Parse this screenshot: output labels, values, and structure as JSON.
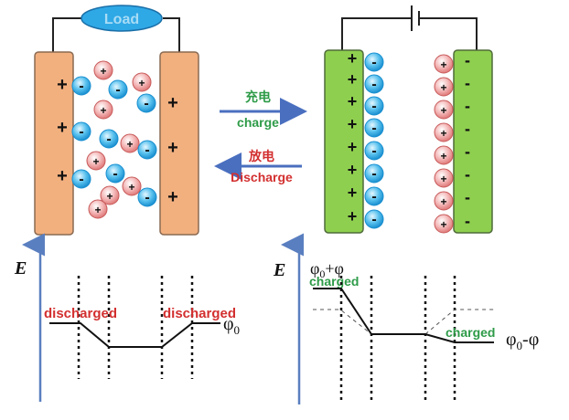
{
  "top_left": {
    "load_label": "Load",
    "plate_sign": "+",
    "ion_plus": "+",
    "ion_minus": "-"
  },
  "top_right": {
    "left_plate_sign": "+",
    "right_plate_sign": "-",
    "ion_plus": "+",
    "ion_minus": "-"
  },
  "arrows": {
    "charge_cn": "充电",
    "charge_en": "charge",
    "discharge_cn": "放电",
    "discharge_en": "Discharge"
  },
  "plot_left": {
    "axis_label": "E",
    "label_left": "discharged",
    "label_right": "discharged",
    "phi": "φ",
    "phi_sub": "0"
  },
  "plot_right": {
    "axis_label": "E",
    "top_phi": "φ",
    "top_sub": "0",
    "top_suffix": "+φ",
    "label_left": "charged",
    "label_right": "charged",
    "phi": "φ",
    "phi_sub": "0",
    "phi_suffix": "-φ"
  },
  "colors": {
    "electrode_orange": "#f2b07f",
    "electrode_green": "#8fcf4f",
    "discharge_red": "#d32f2f",
    "charge_green": "#2e9b48",
    "arrow_blue": "#4a6fbf",
    "axis_blue": "#5a7fc0"
  }
}
